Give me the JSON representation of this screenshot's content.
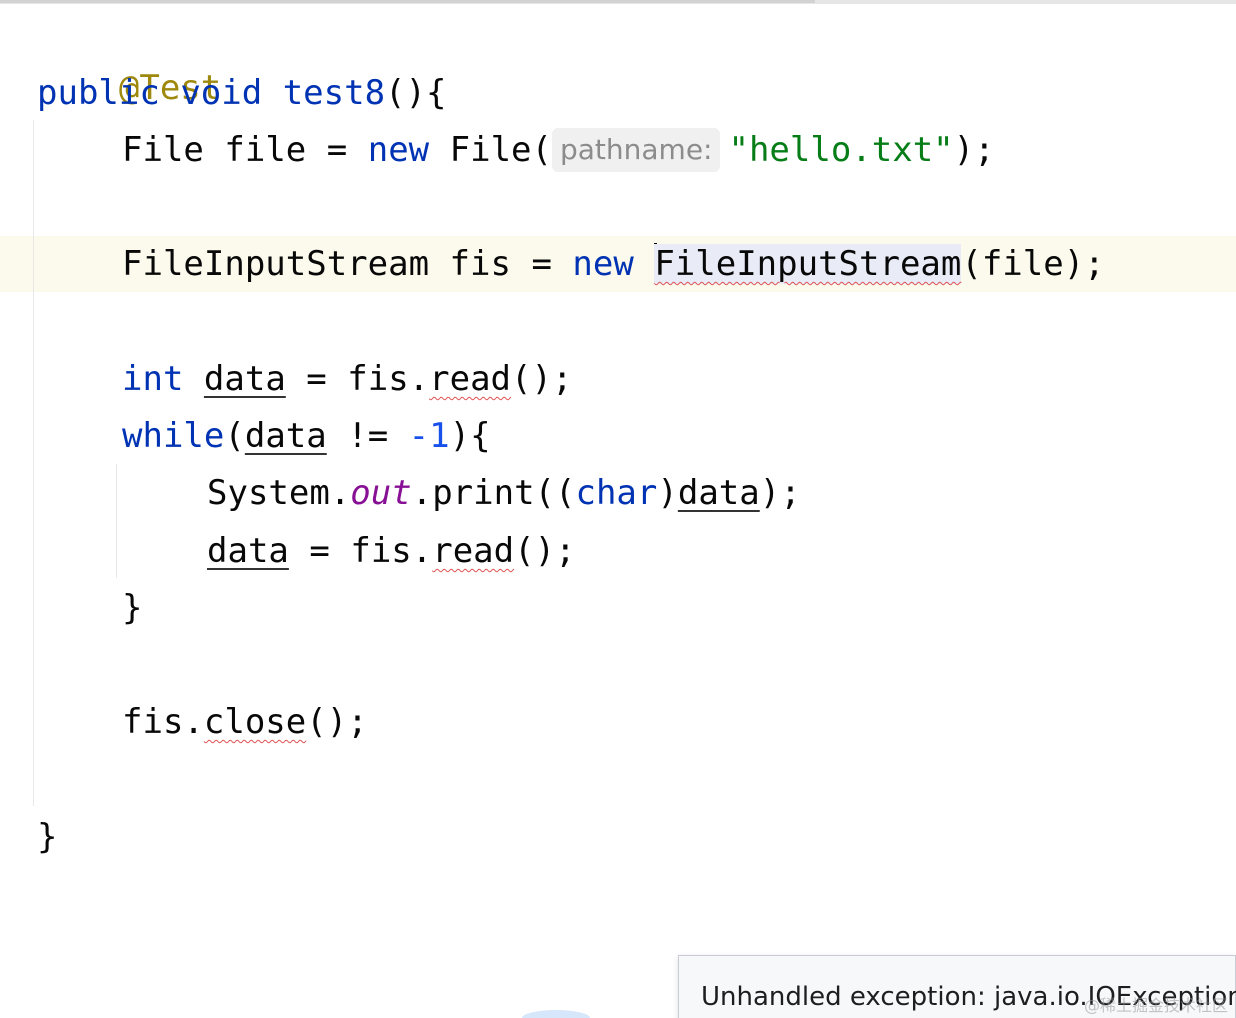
{
  "editor": {
    "lines": {
      "annotation": "@Test",
      "method_kw_public": "public",
      "method_kw_void": "void",
      "method_name": "test8",
      "method_open": "(){",
      "file_type": "File",
      "file_var": "file",
      "assign": "=",
      "kw_new": "new",
      "file_ctor": "File(",
      "param_hint": "pathname:",
      "file_path": "\"hello.txt\"",
      "file_end": ");",
      "fis_type": "FileInputStream",
      "fis_var": "fis",
      "fis_ctor": "FileInputStream",
      "fis_args": "(file);",
      "kw_int": "int",
      "data_var": "data",
      "fis_ref": "fis.",
      "read_call": "read",
      "call_end": "();",
      "kw_while": "while",
      "paren_open": "(",
      "neq": "!=",
      "minus_one": "-1",
      "while_close": "){",
      "system": "System.",
      "out_field": "out",
      "print_call": ".print((",
      "kw_char": "char",
      "paren_close": ")",
      "print_end": ");",
      "close_brace": "}",
      "close_call": "close"
    }
  },
  "tooltip": {
    "message": "Unhandled exception: java.io.IOException"
  },
  "watermark": "@稀土掘金技术社区",
  "colors": {
    "keyword": "#0033b3",
    "annotation": "#9e880d",
    "string": "#067d17",
    "number": "#1750eb",
    "static_field": "#871094",
    "error_underline": "#e05050",
    "current_line": "#fcfaed"
  }
}
